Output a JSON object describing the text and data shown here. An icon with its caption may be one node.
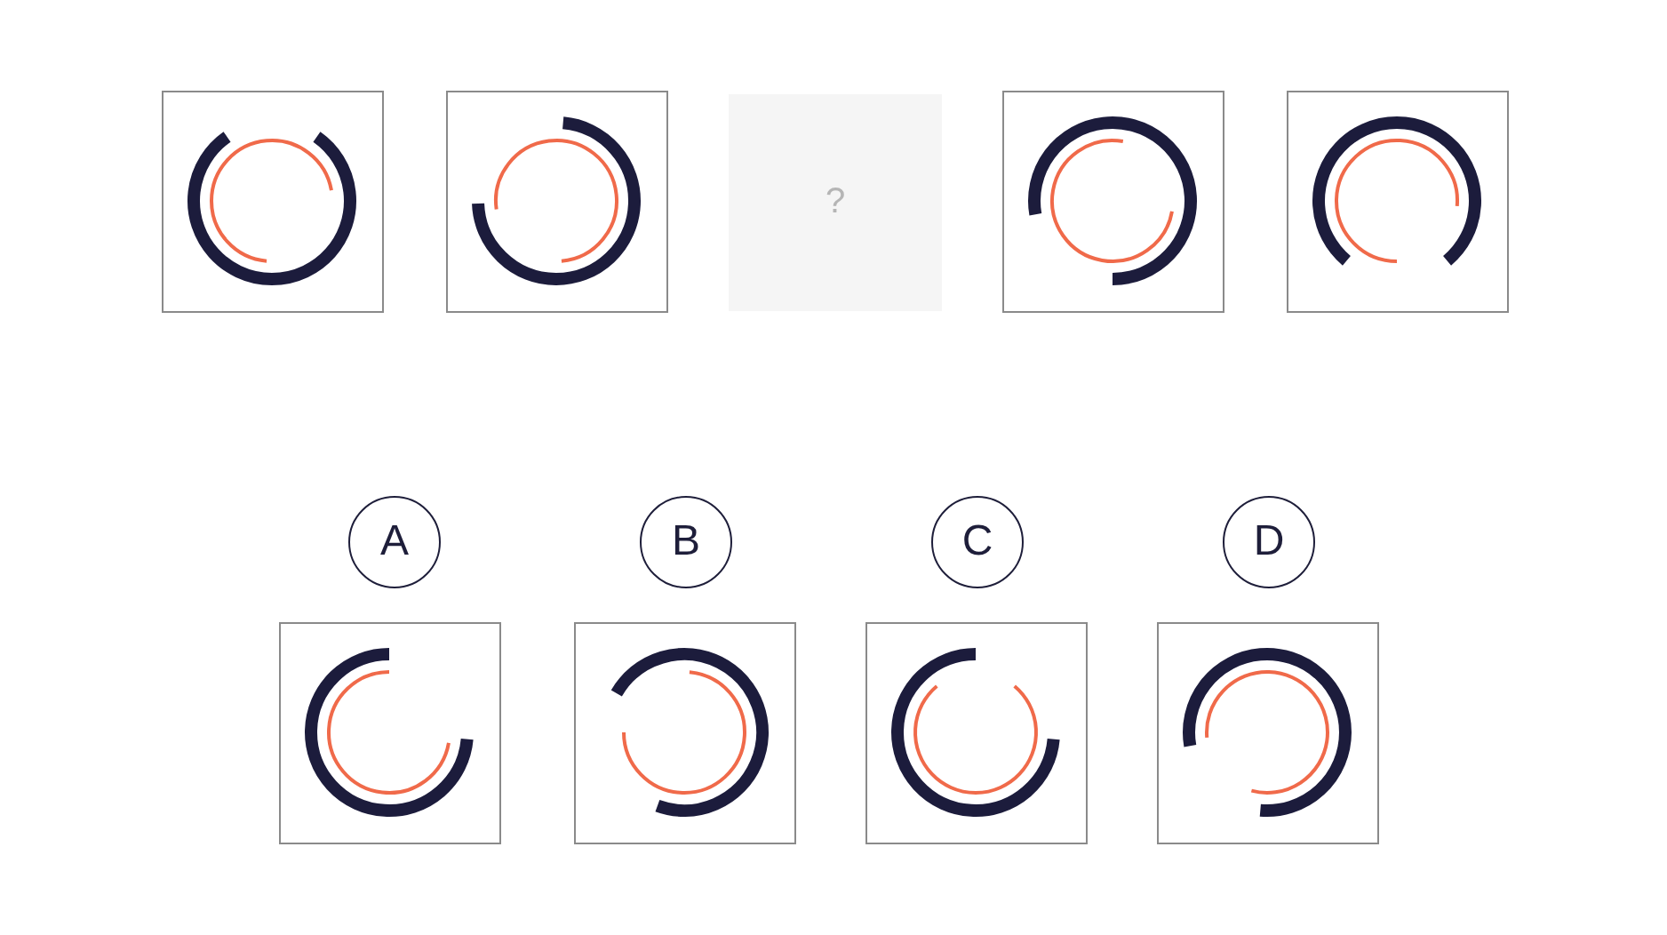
{
  "diagram": {
    "nodes": [
      {
        "text": [],
        "shape": "box"
      },
      {
        "text": [],
        "shape": "box"
      },
      {
        "text": [
          "?"
        ]
      },
      {
        "text": [],
        "shape": "box"
      },
      {
        "text": [],
        "shape": "box"
      },
      {
        "text": [
          "A"
        ]
      },
      {
        "text": [
          "B"
        ]
      },
      {
        "text": [
          "C"
        ]
      },
      {
        "text": [
          "D"
        ]
      },
      {
        "text": [],
        "shape": "box"
      },
      {
        "text": [],
        "shape": "box"
      },
      {
        "text": [],
        "shape": "box"
      },
      {
        "text": [],
        "shape": "box"
      }
    ]
  }
}
